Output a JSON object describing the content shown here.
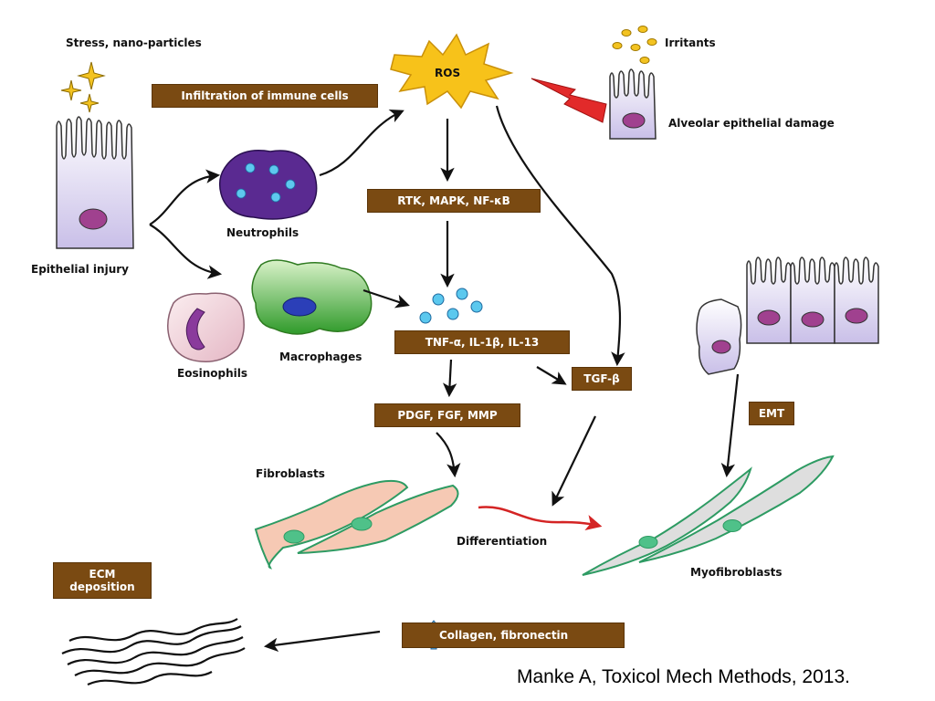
{
  "labels": {
    "stress": "Stress, nano-particles",
    "infiltration": "Infiltration of immune cells",
    "ros": "ROS",
    "irritants": "Irritants",
    "alveolar_damage": "Alveolar epithelial damage",
    "epithelial_injury": "Epithelial injury",
    "neutrophils": "Neutrophils",
    "rtk": "RTK, MAPK, NF-κB",
    "macrophages": "Macrophages",
    "eosinophils": "Eosinophils",
    "cytokines": "TNF-α, IL-1β, IL-13",
    "tgf": "TGF-β",
    "growth_factors": "PDGF, FGF, MMP",
    "emt": "EMT",
    "fibroblasts": "Fibroblasts",
    "differentiation": "Differentiation",
    "myofibroblasts": "Myofibroblasts",
    "ecm_line1": "ECM",
    "ecm_line2": "deposition",
    "collagen": "Collagen, fibronectin",
    "citation": "Manke A, Toxicol Mech Methods, 2013."
  },
  "colors": {
    "label_box": "#7a4a12",
    "ros_star": "#f7c21a",
    "epithelium": "#d8d0ee",
    "nucleus": "#a0418f",
    "neutrophil": "#5a2a91",
    "macrophage": "#4fb23a",
    "fibroblast": "#f6c9b4",
    "myofibroblast": "#dedede",
    "cell_outline": "#2e9b63",
    "differentiation_arrow": "#d42424"
  }
}
